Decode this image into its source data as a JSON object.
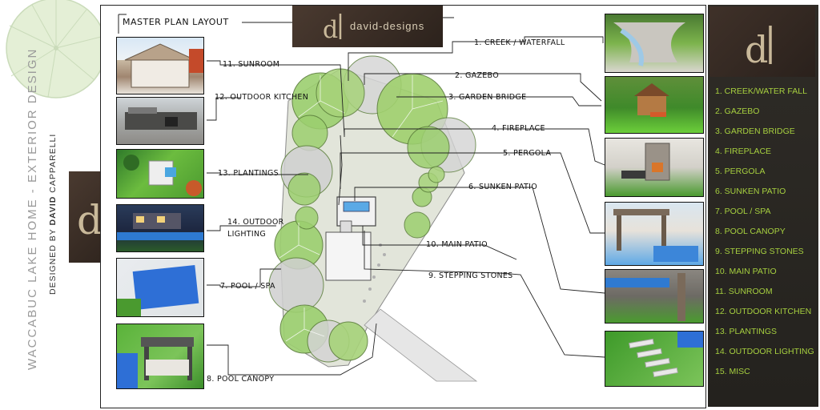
{
  "side": {
    "vertical_title": "WACCABUC LAKE HOME  -  EXTERIOR  DESIGN",
    "designed_by_prefix": "DESIGNED BY ",
    "designer_name": "DAVID",
    "designer_surname": " CAPPARELLI"
  },
  "board": {
    "title": "MASTER PLAN LAYOUT",
    "logo_text": "david-designs"
  },
  "callouts": {
    "c1": "1. CREEK / WATERFALL",
    "c2": "2. GAZEBO",
    "c3": "3. GARDEN BRIDGE",
    "c4": "4. FIREPLACE",
    "c5": "5. PERGOLA",
    "c6": "6. SUNKEN PATIO",
    "c7": "7. POOL / SPA",
    "c8": "8. POOL CANOPY",
    "c9": "9. STEPPING STONES",
    "c10": "10. MAIN PATIO",
    "c11": "11. SUNROOM",
    "c12": "12. OUTDOOR KITCHEN",
    "c13": "13. PLANTINGS",
    "c14a": "14. OUTDOOR",
    "c14b": "LIGHTING"
  },
  "legend": [
    "1. CREEK/WATER FALL",
    "2. GAZEBO",
    "3. GARDEN BRIDGE",
    "4. FIREPLACE",
    "5. PERGOLA",
    "6. SUNKEN PATIO",
    "7. POOL / SPA",
    "8. POOL CANOPY",
    "9. STEPPING STONES",
    "10. MAIN PATIO",
    "11. SUNROOM",
    "12. OUTDOOR KITCHEN",
    "13. PLANTINGS",
    "14. OUTDOOR LIGHTING",
    "15. MISC"
  ],
  "colors": {
    "legend_text": "#a6cf3f",
    "panel_bg": "#2b2824",
    "logo_bg": "#3a2e26",
    "tree_green": "#8cc063"
  },
  "icons": {
    "corner_leaf": "umbrella-tree-icon",
    "logo_mark": "dd-monogram-icon"
  }
}
